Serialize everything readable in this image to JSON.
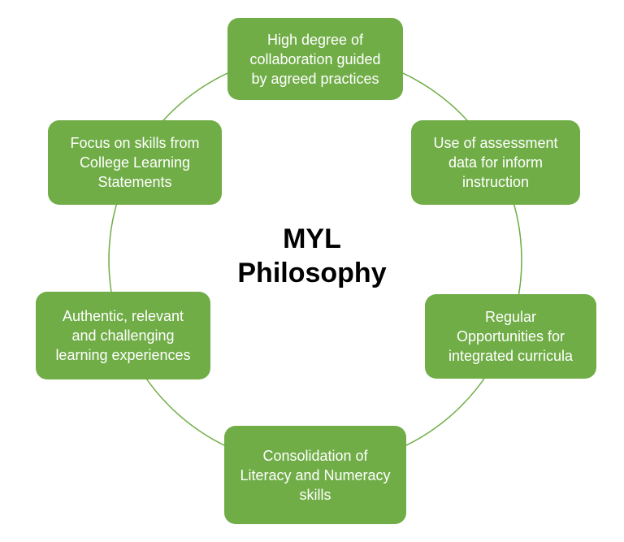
{
  "title": "MYL\nPhilosophy",
  "colors": {
    "node_fill": "#70ad47",
    "ring": "#70ad47",
    "node_text": "#ffffff",
    "title_text": "#000000"
  },
  "nodes": {
    "top": "High degree of\ncollaboration guided\nby agreed practices",
    "top_right": "Use of assessment\ndata for inform\ninstruction",
    "right": "Regular\nOpportunities for\nintegrated curricula",
    "bottom": "Consolidation of\nLiteracy and Numeracy\nskills",
    "left": "Authentic, relevant\nand challenging\nlearning experiences",
    "top_left": "Focus on skills from\nCollege Learning\nStatements"
  }
}
